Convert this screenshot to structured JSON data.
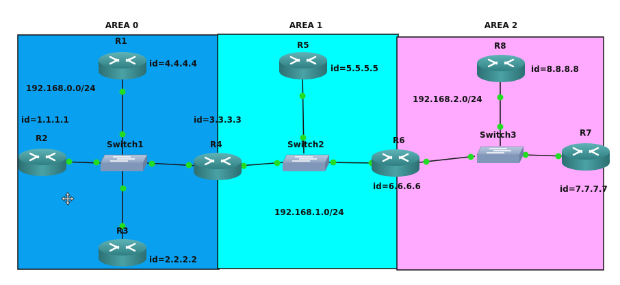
{
  "areas": [
    {
      "title": "AREA 0",
      "color": "#0aa0f0"
    },
    {
      "title": "AREA 1",
      "color": "#00ffff"
    },
    {
      "title": "AREA 2",
      "color": "#ffaaff"
    }
  ],
  "routers": {
    "r1": {
      "name": "R1",
      "id_label": "id=4.4.4.4"
    },
    "r2": {
      "name": "R2",
      "id_label": "id=1.1.1.1"
    },
    "r3": {
      "name": "R3",
      "id_label": "id=2.2.2.2"
    },
    "r4": {
      "name": "R4",
      "id_label": "id=3.3.3.3"
    },
    "r5": {
      "name": "R5",
      "id_label": "id=5.5.5.5"
    },
    "r6": {
      "name": "R6",
      "id_label": "id=6.6.6.6"
    },
    "r7": {
      "name": "R7",
      "id_label": "id=7.7.7.7"
    },
    "r8": {
      "name": "R8",
      "id_label": "id=8.8.8.8"
    }
  },
  "switches": {
    "sw1": {
      "name": "Switch1"
    },
    "sw2": {
      "name": "Switch2"
    },
    "sw3": {
      "name": "Switch3"
    }
  },
  "networks": {
    "net0": "192.168.0.0/24",
    "net1": "192.168.1.0/24",
    "net2": "192.168.2.0/24"
  },
  "icons": {
    "router": "router-icon",
    "switch": "switch-icon",
    "cursor": "move-cursor-icon"
  },
  "colors": {
    "link": "#1a1a1a",
    "port": "#22dd22",
    "router_body": "#3d8a8c",
    "switch_body": "#7f96b8"
  }
}
